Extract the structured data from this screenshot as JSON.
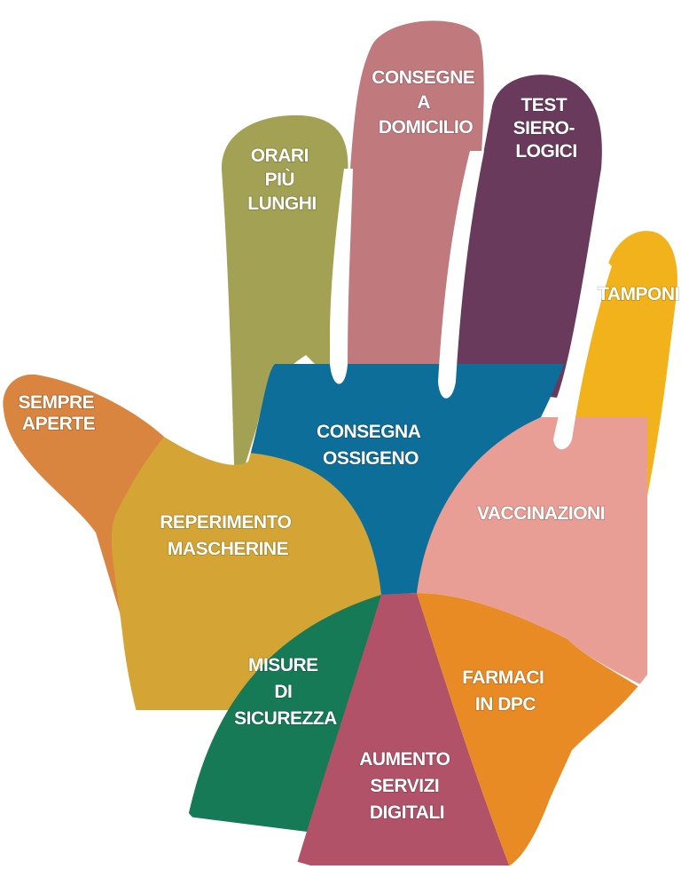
{
  "regions": {
    "thumb": {
      "lines": [
        "SEMPRE",
        "APERTE"
      ],
      "color": "#d9843f"
    },
    "index": {
      "lines": [
        "ORARI",
        "PIÙ",
        "LUNGHI"
      ],
      "color": "#a3a153"
    },
    "middle": {
      "lines": [
        "CONSEGNE",
        "A",
        "DOMICILIO"
      ],
      "color": "#c07a7e"
    },
    "ring": {
      "lines": [
        "TEST",
        "SIERO-",
        "LOGICI"
      ],
      "color": "#6a3a5c"
    },
    "pinky": {
      "lines": [
        "TAMPONI"
      ],
      "color": "#f2b21b"
    },
    "center": {
      "lines": [
        "CONSEGNA",
        "OSSIGENO"
      ],
      "color": "#0d6e9a"
    },
    "masks": {
      "lines": [
        "REPERIMENTO",
        "MASCHERINE"
      ],
      "color": "#d4a535"
    },
    "vaccines": {
      "lines": [
        "VACCINAZIONI"
      ],
      "color": "#e89e94"
    },
    "safety": {
      "lines": [
        "MISURE",
        "DI",
        "SICUREZZA"
      ],
      "color": "#177a57"
    },
    "digital": {
      "lines": [
        "AUMENTO",
        "SERVIZI",
        "DIGITALI"
      ],
      "color": "#b25269"
    },
    "dpc": {
      "lines": [
        "FARMACI",
        "IN DPC"
      ],
      "color": "#e88b25"
    }
  }
}
